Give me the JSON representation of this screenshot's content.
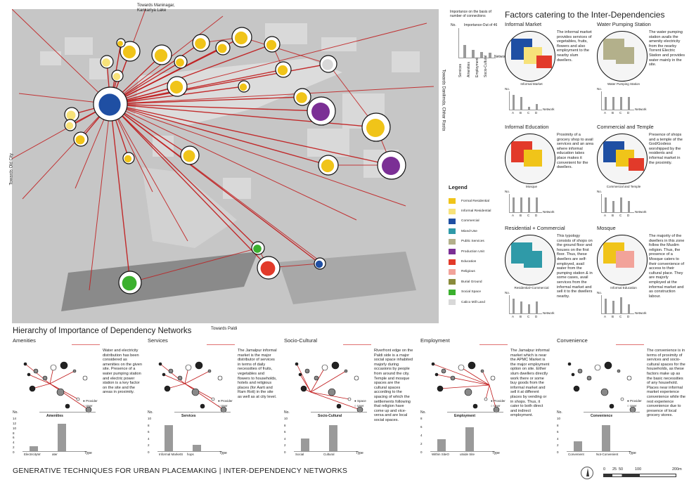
{
  "colors": {
    "formal_residential": "#f0c419",
    "informal_residential": "#f7e27a",
    "commercial": "#1f4fa3",
    "mixed_use": "#2f9aa8",
    "public_services": "#b3b08b",
    "production_unit": "#7b2f95",
    "education": "#e23a2a",
    "religious": "#f2a39a",
    "burial_ground": "#8a8a3b",
    "social_space": "#3bb02e",
    "calico_mill_land": "#d8d8d8",
    "connection": "#c0191a",
    "map_bg": "#c6c6c6"
  },
  "map": {
    "label_top": "Towards Maninagar,\nKankariya Lake",
    "label_left": "Towards Old City",
    "label_right": "Towards Danilimda, Chhar Rasta",
    "label_bottom": "Towards Paldi"
  },
  "importance_chart": {
    "title": "Importance on the basis of number of connections",
    "subtitle": "Importance-Out of 46",
    "axis_label": "No.",
    "categories": [
      "Services",
      "Amenities",
      "Employment",
      "Socio-Cultural"
    ],
    "extra_label": "Network",
    "chart_data": {
      "type": "bar",
      "categories": [
        "Services",
        "Amenities",
        "Employment",
        "Socio-Cultural"
      ],
      "values": [
        20,
        12,
        9,
        8
      ],
      "ylabel": "No.",
      "ylim": [
        0,
        46
      ]
    }
  },
  "factors": {
    "title": "Factors catering to the Inter-Dependencies",
    "items": [
      {
        "title": "Informal Market",
        "text": "The informal market provides services of vegetables, fruits, flowers and also employment to the nearby slum dwellers.",
        "caption": "Informal Market",
        "values": [
          16,
          14,
          3,
          6
        ]
      },
      {
        "title": "Water Pumping Station",
        "text": "The water pumping station avails the amenity electricity from the nearby Torrent Electric Station and provides water mainly in the site.",
        "caption": "Water Pumping Station",
        "values": [
          14,
          14,
          14,
          14
        ]
      },
      {
        "title": "Informal Education",
        "text": "Proximity of a grocery shop to avail services and an area where informal education takes place makes it convenient for the dwellers.",
        "caption": "Mosque",
        "values": [
          16,
          16,
          16,
          16
        ]
      },
      {
        "title": "Commercial and Temple",
        "text": "Presence of shops and a temple of the God/Godess worshipped by the residents and informal market in the proximity.",
        "caption": "Commercial and Temple",
        "values": [
          16,
          12,
          16,
          12
        ]
      },
      {
        "title": "Residential + Commercial",
        "text": "This typology consists of shops on the ground floor and houses on the first floor. Thus, these dwellers are self-employed, avail water from the pumping station & in some cases, avail services from the informal market and sell it to the dwellers nearby.",
        "caption": "Residential+Commercial",
        "values": [
          16,
          13,
          10,
          13
        ]
      },
      {
        "title": "Mosque",
        "text": "The majority of the dwellers in this zone follow the Muslim religion. Thus, the presence of a Mosque caters to their convenience of access to their cultural place. They are majorly employed at the informal market and as construction labour.",
        "caption": "Informal Education",
        "values": [
          16,
          14,
          18,
          10
        ]
      }
    ],
    "axis_no": "No.",
    "axis_network": "Network",
    "letters": [
      "A",
      "B",
      "C",
      "D"
    ]
  },
  "legend": {
    "title": "Legend",
    "items": [
      {
        "label": "Formal Residential",
        "color": "#f0c419"
      },
      {
        "label": "Informal Residential",
        "color": "#f7e27a"
      },
      {
        "label": "Commercial",
        "color": "#1f4fa3"
      },
      {
        "label": "Mixed-Use",
        "color": "#2f9aa8"
      },
      {
        "label": "Public Services",
        "color": "#b3b08b"
      },
      {
        "label": "Production Unit",
        "color": "#7b2f95"
      },
      {
        "label": "Education",
        "color": "#e23a2a"
      },
      {
        "label": "Religious",
        "color": "#f2a39a"
      },
      {
        "label": "Burial Ground",
        "color": "#8a8a3b"
      },
      {
        "label": "Social Space",
        "color": "#3bb02e"
      },
      {
        "label": "Calico Mill Land",
        "color": "#d8d8d8"
      }
    ]
  },
  "hierarchy": {
    "title": "Hierarchy of Importance of Dependency Networks",
    "provider": "Provider",
    "user": "User",
    "space": "Space",
    "type_label": "Type",
    "no_label": "No.",
    "panels": [
      {
        "name": "Amenities",
        "text": "Water and electricity distribution has been considered as amenities on the given site. Presence of a water pumping station and electric power station is a key factor on the site and the areas in proximity.",
        "chart_title": "Amenities",
        "cats": [
          "ElectricityW",
          "ater"
        ],
        "values": [
          2,
          12
        ],
        "ticks": [
          "14",
          "12",
          "10",
          "8",
          "6",
          "4",
          "2",
          "0"
        ],
        "ymax": 14
      },
      {
        "name": "Services",
        "text": "The Jamalpur informal market is the major distributor of services in terms of daily necessities of fruits, vegetables and flowers to households, hotels and religious places (for Aarti and Ram Roti) in the site as well as at city level.",
        "chart_title": "Services",
        "cats": [
          "Informal MarketS",
          "hops"
        ],
        "values": [
          8,
          2
        ],
        "ticks": [
          "10",
          "8",
          "6",
          "4",
          "2",
          "0"
        ],
        "ymax": 10
      },
      {
        "name": "Socio-Cultural",
        "text": "Riverfront edge on the Paldi side is a major social space inhabited majorly during occasions by people from around the city. Temple and mosque spaces are the cultural spaces according to the spacing of which the settlements following that religion have come up and vice-versa and are local social spaces.",
        "chart_title": "Socio-Cultural",
        "cats": [
          "Social",
          "Cultural"
        ],
        "values": [
          4,
          8
        ],
        "ticks": [
          "10",
          "8",
          "6",
          "4",
          "2",
          "0"
        ],
        "ymax": 10
      },
      {
        "name": "Employment",
        "text": "The Jamalpur informal market which is near the APMC Market is the major employment option on site. Either slum dwellers directly work there or some buy goods from the informal market and sell it at different places by vending or in shops. Thus, it cater to both direct and indirect employment.",
        "chart_title": "Employment",
        "cats": [
          "Within SiteO",
          "utside Site"
        ],
        "values": [
          3,
          6
        ],
        "ticks": [
          "8",
          "6",
          "4",
          "2",
          "0"
        ],
        "ymax": 8
      },
      {
        "name": "Convenience",
        "text": "The convenience is in terms of proximity of services and socio-cultural spaces for the households, as these factors make up as the basic necessities of any household. Places near informal market experience convenience while the rest experience convenience due to presence of local grocery stores.",
        "chart_title": "Convenience",
        "cats": [
          "Convenient",
          "Not-Convenient"
        ],
        "values": [
          3,
          8
        ],
        "ticks": [
          "10",
          "8",
          "6",
          "4",
          "2",
          "0"
        ],
        "ymax": 10
      }
    ]
  },
  "footer": {
    "left": "GENERATIVE TECHNIQUES FOR URBAN PLACEMAKING",
    "sep": "|",
    "right": "INTER-DEPENDENCY NETWORKS"
  },
  "scale": {
    "labels": [
      "0",
      "25",
      "50",
      "100",
      "200m"
    ]
  }
}
